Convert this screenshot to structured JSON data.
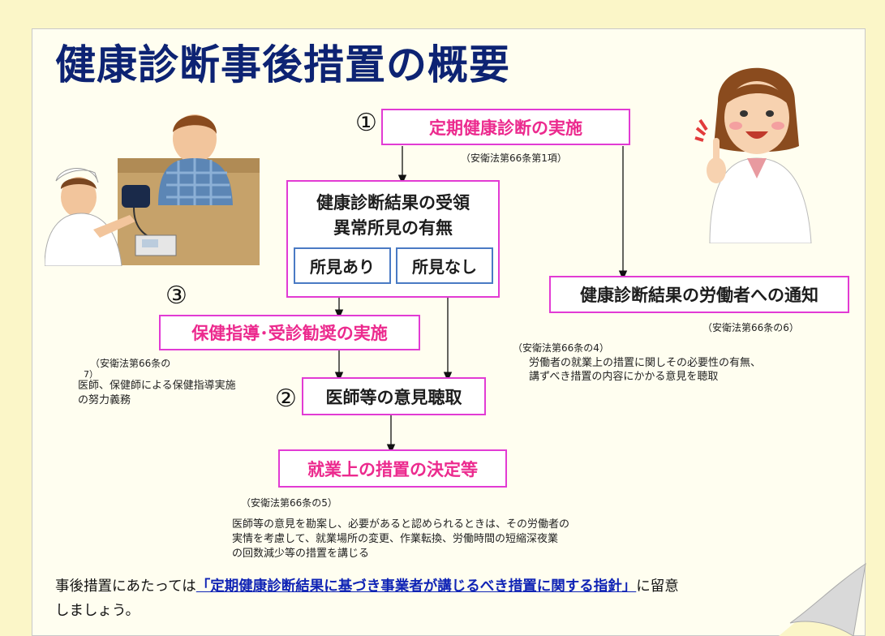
{
  "title": "健康診断事後措置の概要",
  "numbers": {
    "n1": "①",
    "n2": "②",
    "n3": "③"
  },
  "boxes": {
    "periodic_exam": "定期健康診断の実施",
    "result_receipt_line1": "健康診断結果の受領",
    "result_receipt_line2": "異常所見の有無",
    "finding_yes": "所見あり",
    "finding_no": "所見なし",
    "notify_worker": "健康診断結果の労働者への通知",
    "health_guidance": "保健指導･受診勧奨の実施",
    "doctor_opinion": "医師等の意見聴取",
    "work_measures": "就業上の措置の決定等"
  },
  "refs": {
    "art66_1": "（安衛法第66条第1項）",
    "art66_6": "（安衛法第66条の6）",
    "art66_4": "（安衛法第66条の4）",
    "art66_7_a": "（安衛法第66条の",
    "art66_7_b": "7）",
    "art66_5": "（安衛法第66条の5）"
  },
  "notes": {
    "opinion_line1": "労働者の就業上の措置に関しその必要性の有無、",
    "opinion_line2": "講ずべき措置の内容にかかる意見を聴取",
    "guidance_line1": "医師、保健師による保健指導実施",
    "guidance_line2": "の努力義務",
    "measures_line1": "医師等の意見を勘案し、必要があると認められるときは、その労働者の",
    "measures_line2": "実情を考慮して、就業場所の変更、作業転換、労働時間の短縮深夜業",
    "measures_line3": "の回数減少等の措置を講じる"
  },
  "footer": {
    "prefix": "事後措置にあたっては",
    "link": "「定期健康診断結果に基づき事業者が講じるべき措置に関する指針」",
    "suffix_line1": "に留意",
    "line2": "しましょう。"
  },
  "colors": {
    "title": "#0d2373",
    "box_border": "#e23bd4",
    "pink_text": "#ec2a8e",
    "blue_border": "#4a7ac4",
    "link": "#1024b5"
  }
}
